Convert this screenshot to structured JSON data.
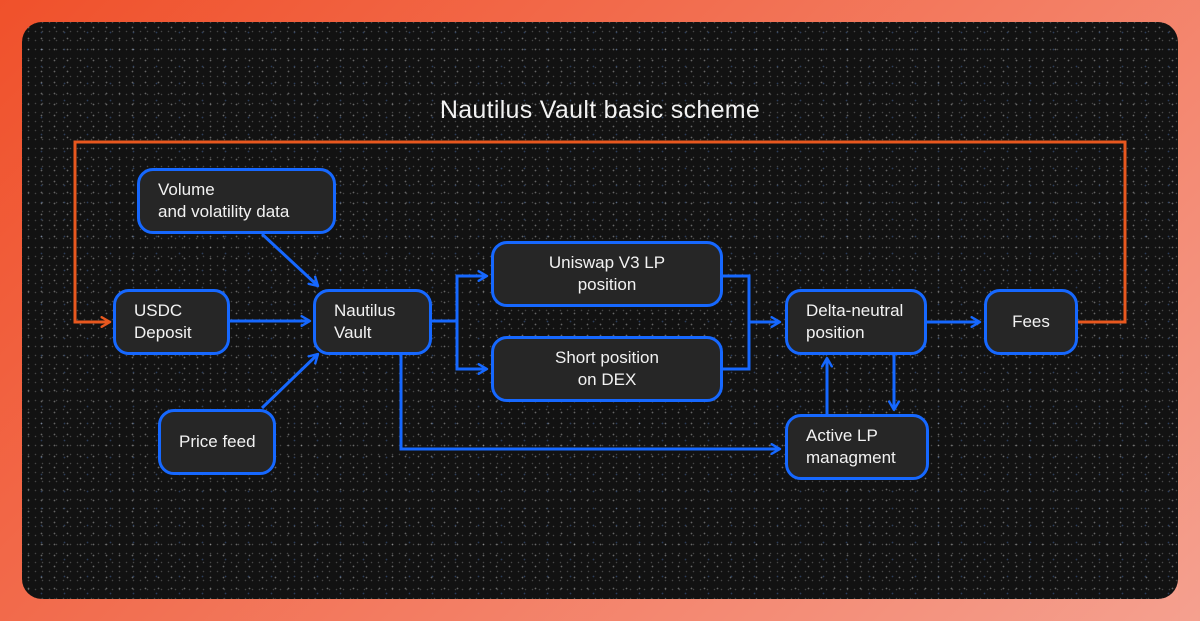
{
  "diagram": {
    "title": "Nautilus Vault basic scheme",
    "colors": {
      "node_border": "#1668ff",
      "node_fill": "#262626",
      "flow_arrow": "#1668ff",
      "fee_loop": "#e8581f",
      "background": "#121212"
    },
    "nodes": {
      "volume": {
        "line1": "Volume",
        "line2": "and volatility data"
      },
      "deposit": {
        "line1": "USDC",
        "line2": "Deposit"
      },
      "price": {
        "line1": "Price feed"
      },
      "vault": {
        "line1": "Nautilus",
        "line2": "Vault"
      },
      "uniswap": {
        "line1": "Uniswap V3 LP",
        "line2": "position"
      },
      "short": {
        "line1": "Short position",
        "line2": "on DEX"
      },
      "delta": {
        "line1": "Delta-neutral",
        "line2": "position"
      },
      "active": {
        "line1": "Active LP",
        "line2": "managment"
      },
      "fees": {
        "line1": "Fees"
      }
    },
    "edges": [
      {
        "from": "volume",
        "to": "vault"
      },
      {
        "from": "price",
        "to": "vault"
      },
      {
        "from": "deposit",
        "to": "vault"
      },
      {
        "from": "vault",
        "to": "uniswap"
      },
      {
        "from": "vault",
        "to": "short"
      },
      {
        "from": "vault",
        "to": "active"
      },
      {
        "from": "uniswap",
        "to": "delta"
      },
      {
        "from": "short",
        "to": "delta"
      },
      {
        "from": "delta",
        "to": "active"
      },
      {
        "from": "active",
        "to": "delta"
      },
      {
        "from": "delta",
        "to": "fees"
      },
      {
        "from": "fees",
        "to": "deposit"
      }
    ]
  }
}
